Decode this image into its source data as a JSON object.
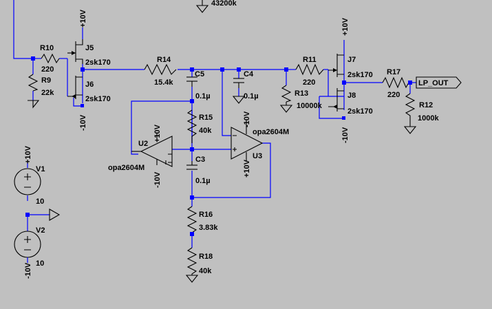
{
  "labels": {
    "top_value": "43200k",
    "j5_supply": "+10V",
    "j5_name": "J5",
    "j5_model": "2sk170",
    "r10_name": "R10",
    "r10_value": "220",
    "r9_name": "R9",
    "r9_value": "22k",
    "j6_name": "J6",
    "j6_model": "2sk170",
    "j6_supply": "-10V",
    "r14_name": "R14",
    "r14_value": "15.4k",
    "c5_name": "C5",
    "c5_value": "0.1µ",
    "c4_name": "C4",
    "c4_value": "0.1µ",
    "r11_name": "R11",
    "r11_value": "220",
    "r13_name": "R13",
    "r13_value": "10000k",
    "j7_supply": "+10V",
    "j7_name": "J7",
    "j7_model": "2sk170",
    "j8_name": "J8",
    "j8_model": "2sk170",
    "j8_supply": "-10V",
    "r17_name": "R17",
    "r17_value": "220",
    "lp_out": "LP_OUT",
    "r12_name": "R12",
    "r12_value": "1000k",
    "r15_name": "R15",
    "r15_value": "40k",
    "u2_name": "U2",
    "u2_pos_supply": "+10V",
    "u2_neg_supply": "-10V",
    "u2_model": "opa2604M",
    "u3_name": "U3",
    "u3_neg_supply": "-10V",
    "u3_pos_supply": "+10V",
    "u3_model": "opa2604M",
    "c3_name": "C3",
    "c3_value": "0.1µ",
    "r16_name": "R16",
    "r16_value": "3.83k",
    "r18_name": "R18",
    "r18_value": "40k",
    "v1_supply": "+10V",
    "v1_name": "V1",
    "v1_value": "10",
    "v2_name": "V2",
    "v2_supply": "-10V",
    "v2_value": "10"
  }
}
